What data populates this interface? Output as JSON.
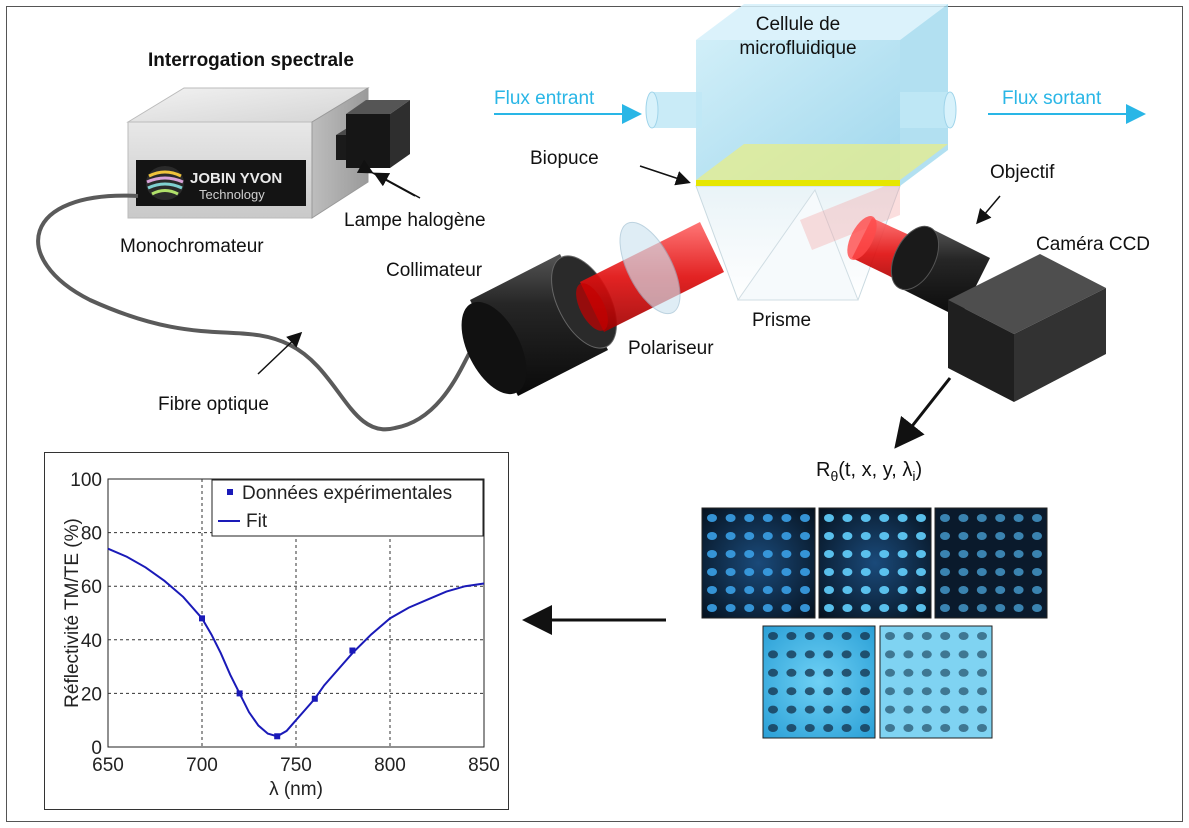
{
  "title": "Interrogation spectrale",
  "labels": {
    "monochromator": "Monochromateur",
    "lamp": "Lampe halogène",
    "fiber": "Fibre optique",
    "collimator": "Collimateur",
    "polarizer": "Polariseur",
    "prism": "Prisme",
    "biochip": "Biopuce",
    "cell_line1": "Cellule de",
    "cell_line2": "microfluidique",
    "flow_in": "Flux entrant",
    "flow_out": "Flux sortant",
    "objective": "Objectif",
    "camera": "Caméra CCD",
    "brand_line1": "JOBIN YVON",
    "brand_line2": "Technology"
  },
  "signal_label": {
    "r": "R",
    "theta": "θ",
    "args": "(t, x, y, λ",
    "sub_i": "i",
    "close": ")"
  },
  "colors": {
    "flow_arrow": "#29b6e6",
    "beam": "#ee1111",
    "curve": "#1a1ab8",
    "biochip": "#e6e600"
  },
  "chart_data": {
    "type": "line",
    "xlabel": "λ (nm)",
    "ylabel": "Réflectivité TM/TE (%)",
    "xlim": [
      650,
      850
    ],
    "ylim": [
      0,
      100
    ],
    "xticks": [
      650,
      700,
      750,
      800,
      850
    ],
    "yticks": [
      0,
      20,
      40,
      60,
      80,
      100
    ],
    "grid": true,
    "legend_position": "top-right",
    "series": [
      {
        "name": "Données expérimentales",
        "kind": "markers",
        "color": "#1a1ab8",
        "x": [
          700,
          720,
          740,
          760,
          780
        ],
        "y": [
          48,
          20,
          4,
          18,
          36
        ]
      },
      {
        "name": "Fit",
        "kind": "line",
        "color": "#1a1ab8",
        "x": [
          650,
          660,
          670,
          680,
          690,
          700,
          705,
          710,
          715,
          720,
          725,
          730,
          735,
          740,
          745,
          750,
          755,
          760,
          765,
          770,
          780,
          790,
          800,
          810,
          820,
          830,
          840,
          850
        ],
        "y": [
          74,
          71,
          67,
          62,
          56,
          48,
          42,
          35,
          27,
          20,
          13,
          8,
          5,
          4,
          6,
          10,
          14,
          18,
          23,
          27,
          35,
          42,
          48,
          52,
          55,
          58,
          60,
          61
        ]
      }
    ]
  }
}
